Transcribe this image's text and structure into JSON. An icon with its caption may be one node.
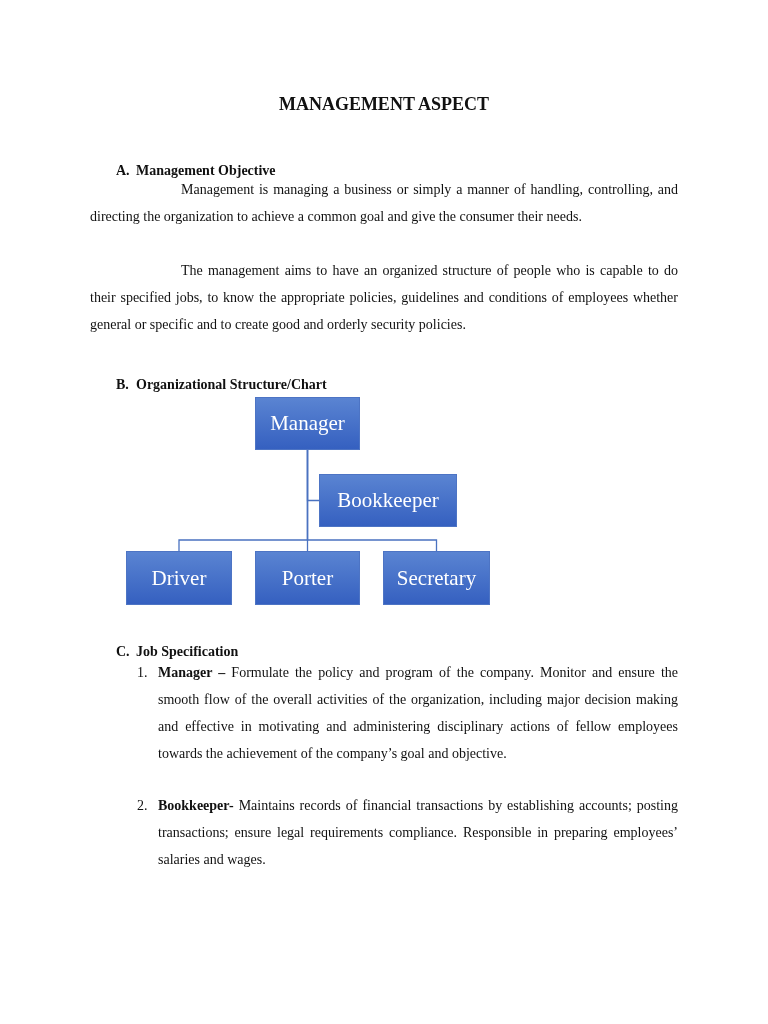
{
  "diagram": {
    "title": "MANAGEMENT ASPECT",
    "nodes": [
      {
        "text": [
          "Manager"
        ]
      },
      {
        "text": [
          "Bookkeeper"
        ]
      },
      {
        "text": [
          "Driver"
        ]
      },
      {
        "text": [
          "Porter"
        ]
      },
      {
        "text": [
          "Secretary"
        ]
      }
    ],
    "edges": [
      {
        "from": 0,
        "to": 1,
        "arrow": "none"
      },
      {
        "from": 0,
        "to": 2,
        "arrow": "none"
      },
      {
        "from": 0,
        "to": 3,
        "arrow": "none"
      },
      {
        "from": 0,
        "to": 4,
        "arrow": "none"
      }
    ],
    "labels": [
      "A.",
      "Management Objective",
      "Management is managing a business or simply a manner of handling, controlling, and directing the organization to achieve a common goal and give the consumer their needs.",
      "The management aims to have an organized structure of people who is capable to do their specified jobs, to know the appropriate policies, guidelines and conditions of employees whether general or specific and to create good and orderly security policies.",
      "B.",
      "Organizational Structure/Chart",
      "C.",
      "Job Specification",
      "1.",
      "**Manager –** Formulate the policy and program of the company. Monitor and ensure the smooth flow of the overall activities of the organization, including major decision making and effective in motivating and administering disciplinary actions of fellow employees towards the achievement of the company’s goal and objective.",
      "2.",
      "**Bookkeeper-** Maintains records of financial transactions by establishing accounts; posting transactions; ensure legal requirements compliance. Responsible in preparing employees’ salaries and wages."
    ]
  }
}
